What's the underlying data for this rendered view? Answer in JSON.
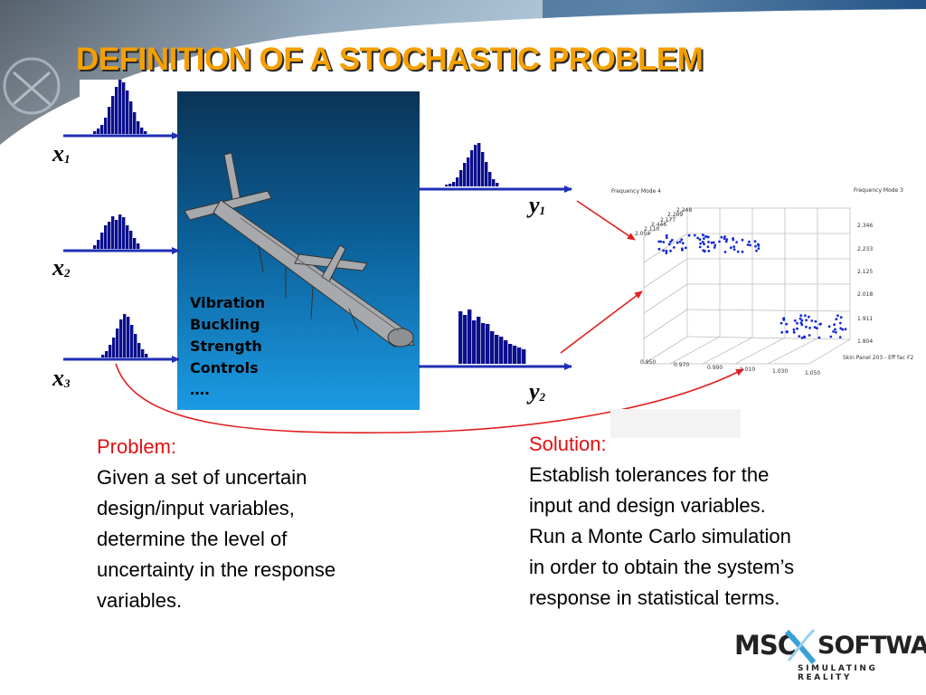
{
  "title": "DEFINITION OF A STOCHASTIC PROBLEM",
  "inputs": [
    {
      "symbol": "x",
      "index": "1"
    },
    {
      "symbol": "x",
      "index": "2"
    },
    {
      "symbol": "x",
      "index": "3"
    }
  ],
  "outputs": [
    {
      "symbol": "y",
      "index": "1"
    },
    {
      "symbol": "y",
      "index": "2"
    }
  ],
  "model_labels": [
    "Vibration",
    "Buckling",
    "Strength",
    "Controls",
    "…."
  ],
  "scatter": {
    "left_label": "Frequency Mode 4",
    "right_label": "Frequency Mode 3",
    "bottom_label": "Skin Panel 203 - Eff fac F2",
    "left_ticks": [
      "2.248",
      "2.209",
      "2.177",
      "2.446",
      "2.110",
      "2.004"
    ],
    "right_ticks": [
      "2.346",
      "2.233",
      "2.125",
      "2.018",
      "1.911",
      "1.804"
    ],
    "bottom_ticks": [
      "0.950",
      "0.970",
      "0.990",
      "1.010",
      "1.030",
      "1.050"
    ]
  },
  "problem": {
    "heading": "Problem:",
    "lines": [
      "Given a set of uncertain",
      "design/input variables,",
      "determine the level of",
      "uncertainty in the response",
      "variables."
    ]
  },
  "solution": {
    "heading": "Solution:",
    "lines": [
      "Establish tolerances for the",
      "input and design variables.",
      "Run a Monte Carlo simulation",
      "in order to obtain the system’s",
      "response in statistical terms."
    ]
  },
  "logo": {
    "left": "MSC",
    "right": "SOFTWARE",
    "tagline": "SIMULATING REALITY"
  },
  "colors": {
    "title": "#f5a000",
    "histogram": "#0b0f8c",
    "arrow": "#1f2fb5",
    "curve": "#e02020",
    "heading": "#e01010",
    "points": "#1428d8"
  },
  "histograms": [
    {
      "name": "x1",
      "heights": [
        3,
        6,
        10,
        18,
        30,
        42,
        52,
        60,
        57,
        48,
        36,
        24,
        14,
        7,
        3
      ]
    },
    {
      "name": "x2",
      "heights": [
        4,
        10,
        18,
        26,
        30,
        36,
        32,
        38,
        35,
        26,
        20,
        12,
        6
      ]
    },
    {
      "name": "x3",
      "heights": [
        3,
        7,
        14,
        22,
        32,
        42,
        48,
        45,
        36,
        26,
        16,
        9,
        4
      ]
    },
    {
      "name": "y1",
      "heights": [
        2,
        3,
        5,
        10,
        18,
        26,
        32,
        40,
        46,
        48,
        38,
        27,
        16,
        8,
        4
      ]
    },
    {
      "name": "y2",
      "heights": [
        58,
        54,
        60,
        48,
        52,
        45,
        44,
        36,
        32,
        30,
        26,
        22,
        20,
        18,
        16
      ]
    }
  ]
}
